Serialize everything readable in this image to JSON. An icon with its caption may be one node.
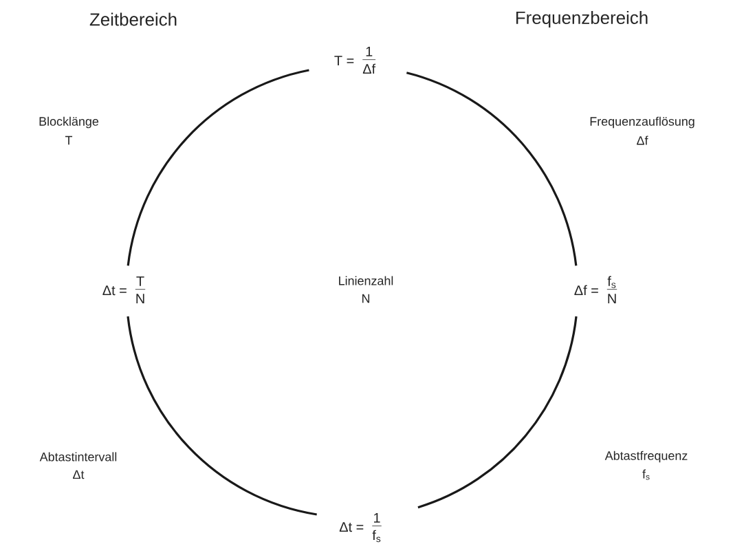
{
  "diagram": {
    "nodes": [
      {
        "text": [
          "T =",
          "1",
          "Δf"
        ]
      },
      {
        "text": [
          "Δf =",
          "f$_{s}$",
          "N"
        ]
      },
      {
        "text": [
          "Δt =",
          "1",
          "f$_{s}$"
        ]
      },
      {
        "text": [
          "Δt =",
          "T",
          "N"
        ]
      }
    ],
    "edges": [
      {
        "from": 0,
        "to": 1,
        "arrow": "none"
      },
      {
        "from": 1,
        "to": 2,
        "arrow": "none"
      },
      {
        "from": 2,
        "to": 3,
        "arrow": "none"
      },
      {
        "from": 3,
        "to": 0,
        "arrow": "none"
      }
    ],
    "labels": [
      "Zeitbereich",
      "Frequenzbereich",
      "Blocklänge",
      "T",
      "Frequenzauflösung",
      "Δf",
      "Linienzahl",
      "N",
      "Abtastintervall",
      "Δt",
      "Abtastfrequenz",
      "f$_{s}$"
    ]
  }
}
